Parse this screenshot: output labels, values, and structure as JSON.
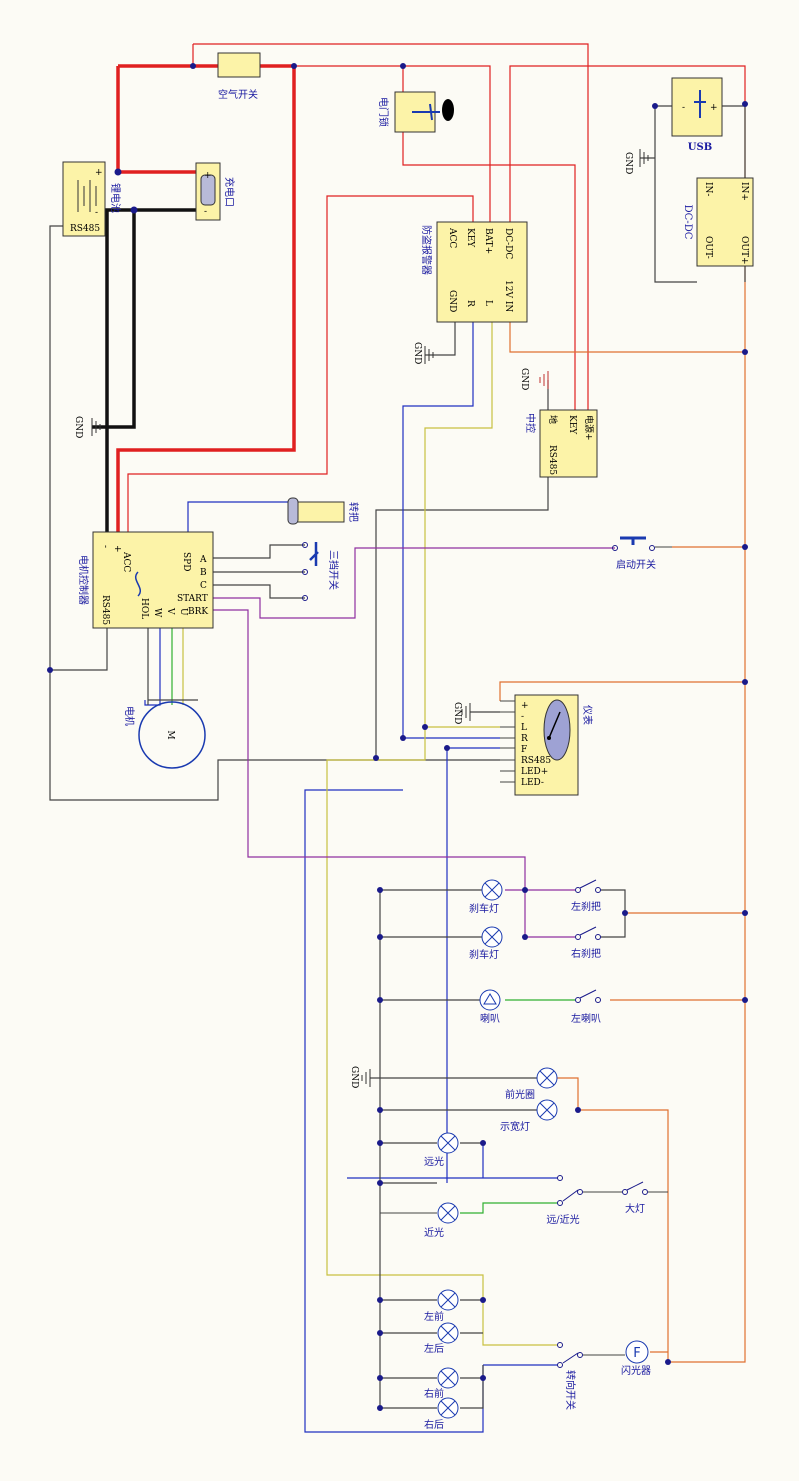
{
  "colors": {
    "red": "#e02020",
    "black": "#111111",
    "blue": "#2030c0",
    "yellow": "#c8c040",
    "purple": "#9030a0",
    "orange": "#e07030",
    "green": "#30b030",
    "component_fill": "#fcf3a8",
    "label_blue": "#1a1aa0"
  },
  "labels": {
    "air_switch": "空气开关",
    "lock": "电门锁",
    "usb": "USB",
    "dcdc": "DC-DC",
    "battery": "锂电池",
    "charge_port": "充电口",
    "anti_theft": "防盗报警器",
    "central_lock": "中控",
    "controller": "电机控制器",
    "throttle": "转把",
    "gear_switch": "三挡开关",
    "start_switch": "启动开关",
    "motor": "电机",
    "motor_symbol": "M",
    "meter": "仪表",
    "brake_light_1": "刹车灯",
    "brake_light_2": "刹车灯",
    "left_brake": "左刹把",
    "right_brake": "右刹把",
    "horn": "喇叭",
    "horn_switch": "左喇叭",
    "front_ring": "前光圈",
    "position_light": "示宽灯",
    "high_beam": "远光",
    "low_beam": "近光",
    "high_low_switch": "远/近光",
    "headlight_switch": "大灯",
    "left_front": "左前",
    "left_rear": "左后",
    "right_front": "右前",
    "right_rear": "右后",
    "turn_switch": "转向开关",
    "flasher": "闪光器",
    "flasher_symbol": "F"
  },
  "gnd": [
    "GND",
    "GND",
    "GND",
    "GND",
    "GND",
    "GND"
  ],
  "pins": {
    "battery": [
      "+",
      "-",
      "RS485"
    ],
    "charge": [
      "+",
      "-"
    ],
    "anti_theft": [
      "ACC",
      "KEY",
      "BAT+",
      "DC-DC",
      "GND",
      "R",
      "L",
      "12V IN"
    ],
    "central": [
      "KEY",
      "电源+",
      "RS485",
      "地"
    ],
    "usb": [
      "-",
      "+"
    ],
    "dcdc": [
      "IN-",
      "IN+",
      "OUT-",
      "OUT+"
    ],
    "controller_left": [
      "-",
      "+",
      "ACC",
      "RS485",
      "HOL",
      "W",
      "V",
      "U",
      "SPD"
    ],
    "controller_right": [
      "A",
      "B",
      "C",
      "START",
      "BRK"
    ],
    "meter": [
      "+",
      "-",
      "L",
      "R",
      "F",
      "RS485",
      "LED+",
      "LED-"
    ]
  }
}
